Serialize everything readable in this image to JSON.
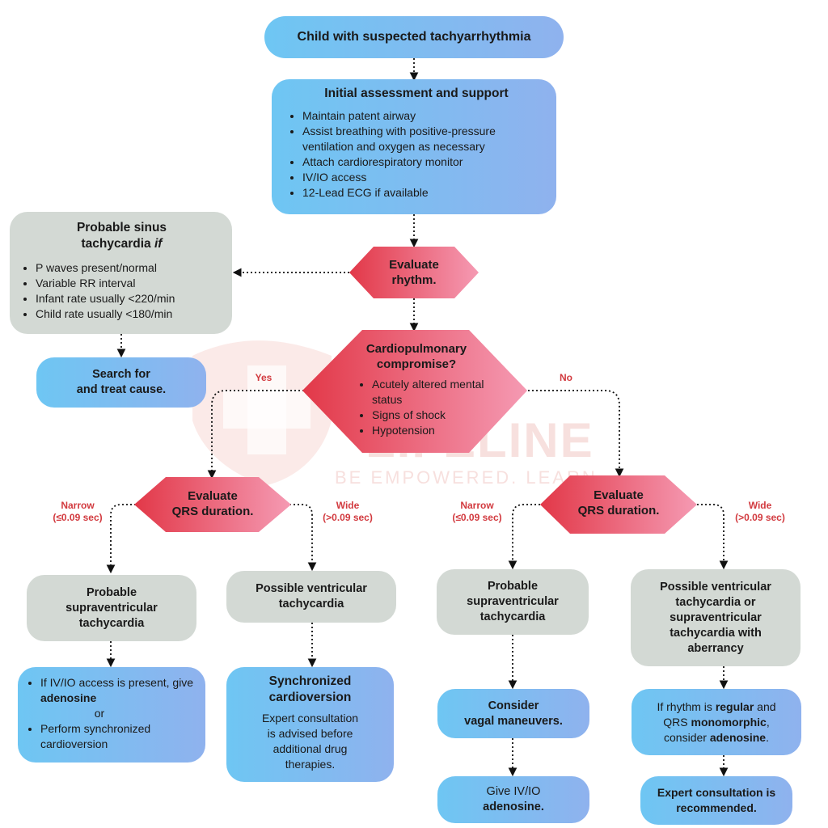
{
  "watermark": {
    "name": "LIFELINE",
    "tagline": "BE EMPOWERED. LEARN"
  },
  "start": {
    "label": "Child with suspected tachyarrhythmia"
  },
  "initial": {
    "title": "Initial assessment and support",
    "items": [
      "Maintain patent airway",
      "Assist breathing with positive-pressure ventilation and oxygen as necessary",
      "Attach cardiorespiratory monitor",
      "IV/IO access",
      "12-Lead ECG if available"
    ]
  },
  "sinus": {
    "title_line1": "Probable sinus",
    "title_line2": "tachycardia",
    "title_if": "if",
    "items": [
      "P waves present/normal",
      "Variable RR interval",
      "Infant rate usually <220/min",
      "Child rate usually <180/min"
    ]
  },
  "search": {
    "line1": "Search for",
    "line2": "and treat cause."
  },
  "evaluate_rhythm": {
    "line1": "Evaluate",
    "line2": "rhythm."
  },
  "cardio": {
    "line1": "Cardiopulmonary",
    "line2": "compromise?",
    "items": [
      "Acutely altered mental status",
      "Signs of shock",
      "Hypotension"
    ]
  },
  "branch_yes": "Yes",
  "branch_no": "No",
  "qrs_left": {
    "line1": "Evaluate",
    "line2": "QRS duration."
  },
  "qrs_right": {
    "line1": "Evaluate",
    "line2": "QRS duration."
  },
  "narrow_label": {
    "line1": "Narrow",
    "line2": "(≤0.09 sec)"
  },
  "wide_label": {
    "line1": "Wide",
    "line2": "(>0.09 sec)"
  },
  "svt_left": {
    "line1": "Probable",
    "line2": "supraventricular",
    "line3": "tachycardia"
  },
  "vt_left": {
    "line1": "Possible ventricular",
    "line2": "tachycardia"
  },
  "svt_right": {
    "line1": "Probable",
    "line2": "supraventricular",
    "line3": "tachycardia"
  },
  "vt_right": {
    "line1": "Possible ventricular",
    "line2": "tachycardia or",
    "line3": "supraventricular",
    "line4": "tachycardia with",
    "line5": "aberrancy"
  },
  "adenosine_left": {
    "item1_a": "If IV/IO access is present,",
    "item1_b": "give",
    "item1_bold": "adenosine",
    "or": "or",
    "item2": "Perform synchronized cardioversion"
  },
  "sync": {
    "title_line1": "Synchronized",
    "title_line2": "cardioversion",
    "text_line1": "Expert consultation",
    "text_line2": "is advised before",
    "text_line3": "additional drug",
    "text_line4": "therapies."
  },
  "vagal": {
    "line1": "Consider",
    "line2": "vagal maneuvers."
  },
  "give_adenosine": {
    "line1": "Give IV/IO",
    "line2": "adenosine."
  },
  "rhythm_regular": {
    "p1": "If rhythm is",
    "b1": "regular",
    "p2": "and",
    "p3": "QRS",
    "b2": "monomorphic",
    "p4": ",",
    "p5": "consider",
    "b3": "adenosine",
    "p6": "."
  },
  "expert": {
    "line1": "Expert consultation is",
    "line2": "recommended."
  },
  "colors": {
    "blue_start": "#6ec6f3",
    "blue_end": "#8fb2ee",
    "gray": "#d3d9d4",
    "diamond_start": "#e23848",
    "diamond_end": "#f59ab3",
    "label_red": "#d23a3f"
  }
}
